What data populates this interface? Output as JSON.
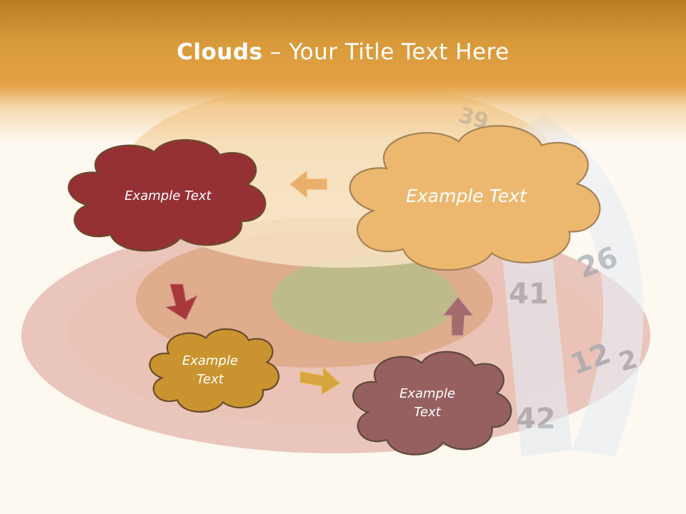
{
  "slide": {
    "title_bold": "Clouds",
    "title_dash": " – ",
    "title_rest": "Your Title Text Here"
  },
  "clouds": [
    {
      "text": "Example Text",
      "color": "#953135"
    },
    {
      "text": "Example Text",
      "color": "#ecb86f"
    },
    {
      "text": "Example Text",
      "color": "#c9942f"
    },
    {
      "text": "Example Text",
      "color": "#965f60"
    }
  ],
  "arrows": [
    {
      "color": "#eaaf6a"
    },
    {
      "color": "#a9383b"
    },
    {
      "color": "#d7a53e"
    },
    {
      "color": "#a36b6c"
    }
  ],
  "background": {
    "header_color": "#d99a3a",
    "plate_color": "#c9746c"
  }
}
